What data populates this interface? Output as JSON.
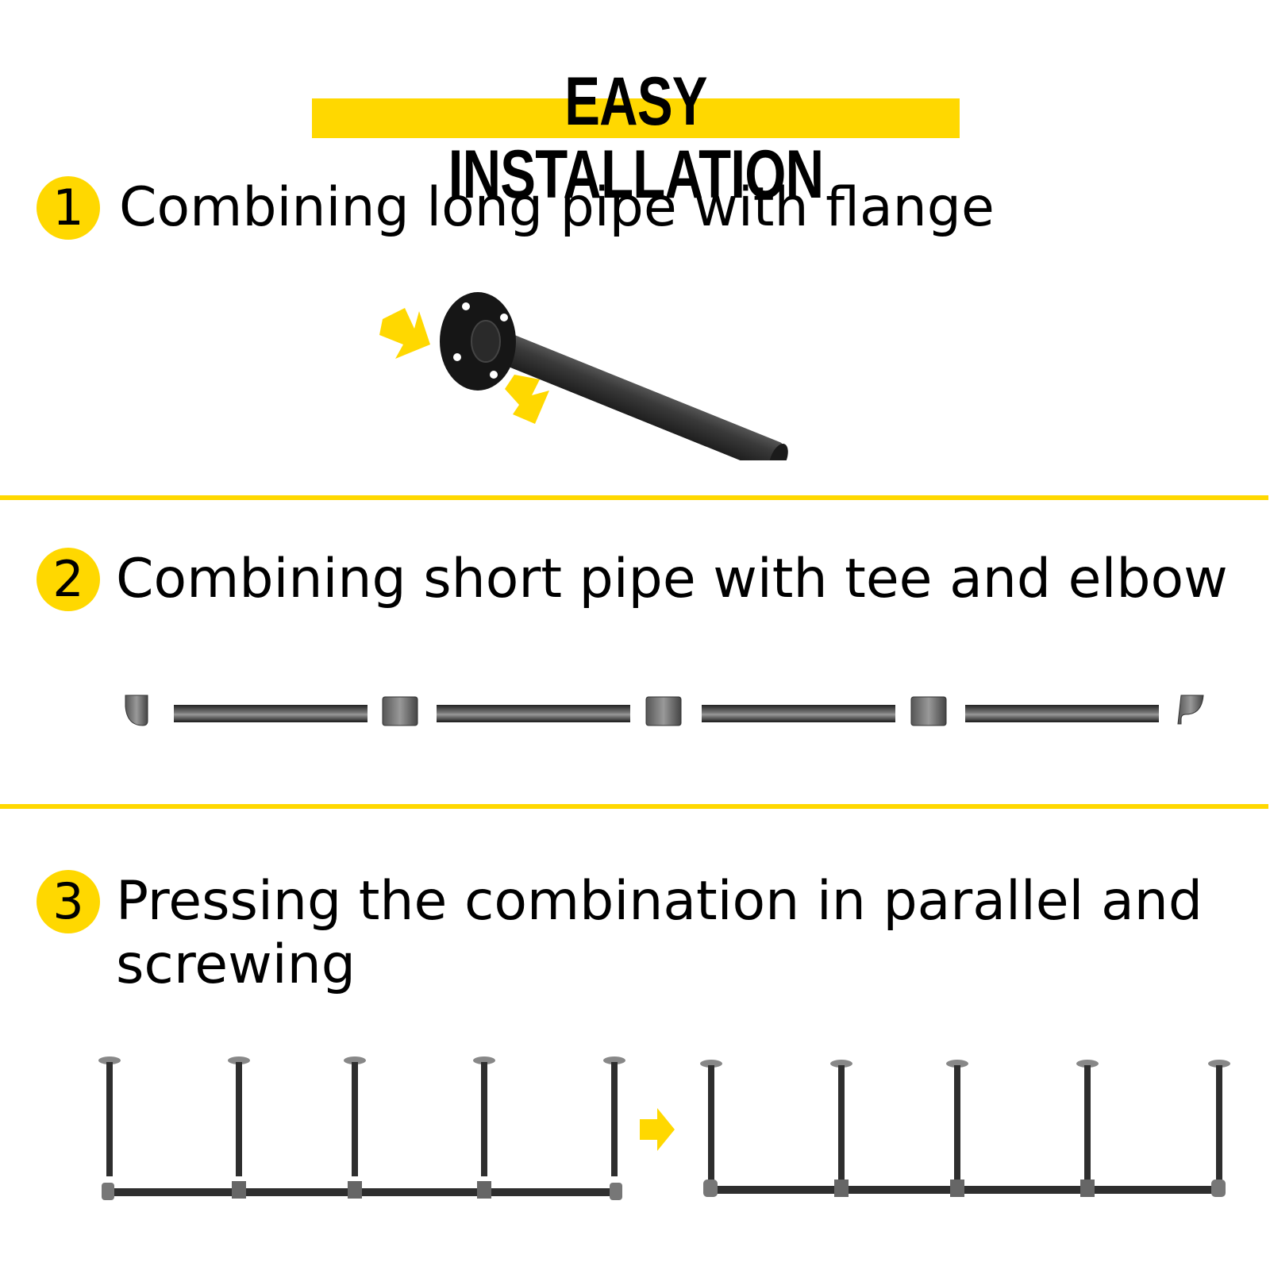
{
  "title": "EASY INSTALLATION",
  "colors": {
    "accent": "#ffd800",
    "text": "#000000",
    "background": "#ffffff",
    "pipe": "#2b2b2b"
  },
  "steps": [
    {
      "number": "1",
      "text": "Combining long pipe with flange",
      "illustration": "flange-with-long-pipe"
    },
    {
      "number": "2",
      "text": "Combining short pipe with tee and elbow",
      "illustration": "exploded-horizontal-pipe-assembly"
    },
    {
      "number": "3",
      "text": "Pressing the combination in parallel and\nscrewing",
      "illustration": "rack-assembly-before-after"
    }
  ],
  "step2_parts": [
    "elbow",
    "short-pipe",
    "tee",
    "short-pipe",
    "tee",
    "short-pipe",
    "tee",
    "short-pipe",
    "elbow"
  ],
  "step3": {
    "uprights_per_rack": 5,
    "arrow_icon": "arrow-right-icon"
  }
}
